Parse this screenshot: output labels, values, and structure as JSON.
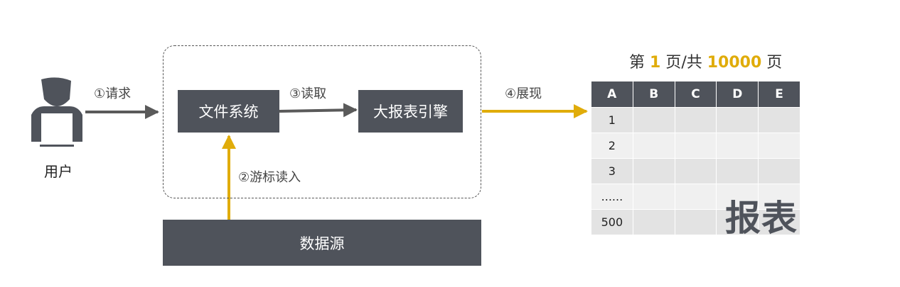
{
  "user": {
    "label": "用户"
  },
  "steps": {
    "request": "①请求",
    "cursor_read": "②游标读入",
    "read": "③读取",
    "display": "④展现"
  },
  "nodes": {
    "filesystem": "文件系统",
    "engine": "大报表引擎",
    "datasource": "数据源"
  },
  "pager": {
    "prefix": "第",
    "current": "1",
    "middle": "页/共",
    "total": "10000",
    "suffix": "页"
  },
  "report": {
    "columns": [
      "A",
      "B",
      "C",
      "D",
      "E"
    ],
    "row_labels": [
      "1",
      "2",
      "3",
      "......",
      "500"
    ],
    "watermark": "报表"
  },
  "colors": {
    "accent": "#e0ac0a",
    "dark": "#4f535b",
    "arrow_gray": "#5a5a5a"
  }
}
